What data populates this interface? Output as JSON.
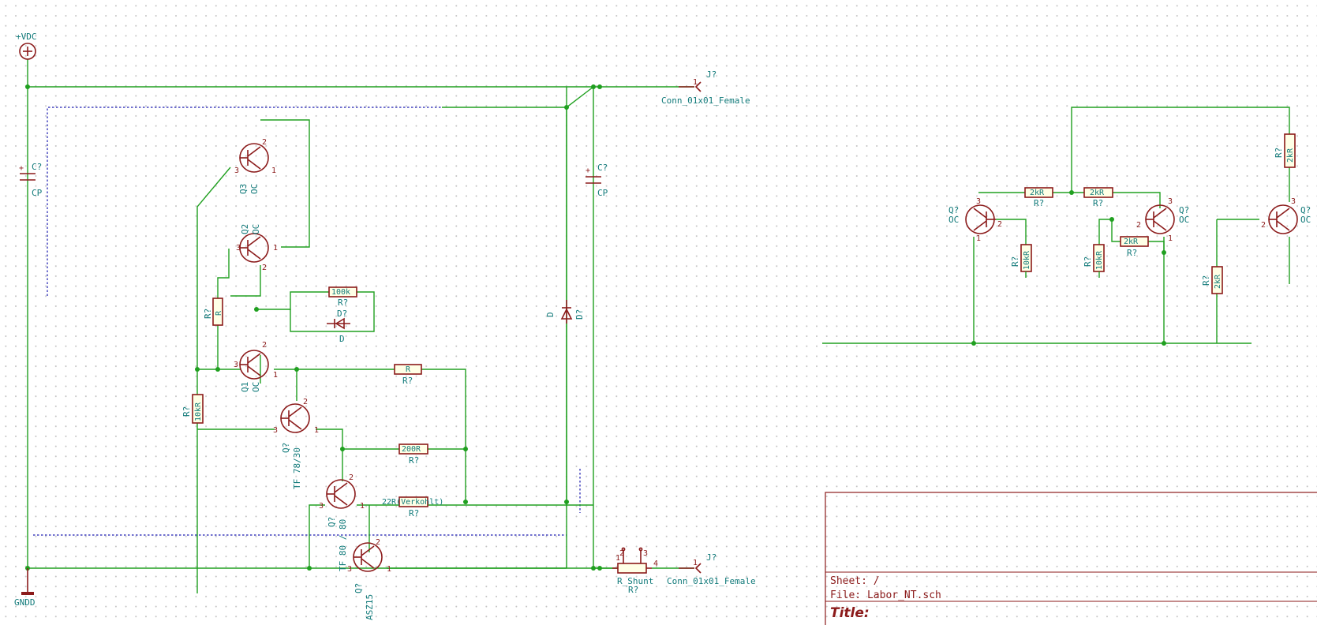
{
  "colors": {
    "wire": "#20a020",
    "component": "#8b1a1a",
    "body_fill": "#ffffe6",
    "label": "#117a7a",
    "graphic_line": "#1a1ab0",
    "grid_dot": "#c4c4c4"
  },
  "power": {
    "vdc": "+VDC",
    "gnd": "GNDD"
  },
  "connectors": [
    {
      "ref": "J?",
      "pin": "1",
      "value": "Conn_01x01_Female"
    },
    {
      "ref": "J?",
      "pin": "1",
      "value": "Conn_01x01_Female"
    }
  ],
  "capacitors": [
    {
      "ref": "C?",
      "value": "CP",
      "plus": "+"
    },
    {
      "ref": "C?",
      "value": "CP",
      "plus": "+"
    }
  ],
  "transistors": [
    {
      "ref": "Q3",
      "value": "OC",
      "pins": [
        "3",
        "2",
        "1"
      ]
    },
    {
      "ref": "Q2",
      "value": "OC",
      "pins": [
        "3",
        "2",
        "1"
      ]
    },
    {
      "ref": "Q1",
      "value": "OC",
      "pins": [
        "3",
        "2",
        "1"
      ]
    },
    {
      "ref": "Q?",
      "value": "TF 78/30",
      "pins": [
        "3",
        "2",
        "1"
      ]
    },
    {
      "ref": "Q?",
      "value": "TF 80 / 80",
      "pins": [
        "3",
        "2",
        "1"
      ]
    },
    {
      "ref": "Q?",
      "value": "ASZ15",
      "pins": [
        "3",
        "2",
        "1"
      ]
    },
    {
      "ref": "Q?",
      "value": "OC",
      "pins": [
        "3",
        "2",
        "1"
      ]
    },
    {
      "ref": "Q?",
      "value": "OC",
      "pins": [
        "3",
        "2",
        "1"
      ]
    },
    {
      "ref": "Q?",
      "value": "OC",
      "pins": [
        "3",
        "2"
      ]
    }
  ],
  "resistors": [
    {
      "ref": "R?",
      "value": "100k"
    },
    {
      "ref": "R?",
      "value": "R"
    },
    {
      "ref": "R?",
      "value": "R"
    },
    {
      "ref": "R?",
      "value": "10kR"
    },
    {
      "ref": "R?",
      "value": "200R"
    },
    {
      "ref": "R?",
      "value": "22R(Verkohlt)"
    },
    {
      "ref": "R?",
      "value": "2kR"
    },
    {
      "ref": "R?",
      "value": "2kR"
    },
    {
      "ref": "R?",
      "value": "2kR"
    },
    {
      "ref": "R?",
      "value": "10kR"
    },
    {
      "ref": "R?",
      "value": "10kR"
    },
    {
      "ref": "R?",
      "value": "2kR"
    },
    {
      "ref": "R?",
      "value": "2kR"
    }
  ],
  "diodes": [
    {
      "ref": "D?",
      "value": "D"
    },
    {
      "ref": "D?",
      "value": "D"
    }
  ],
  "shunt": {
    "ref": "R?",
    "value": "R_Shunt",
    "pins": [
      "1",
      "2",
      "3",
      "4"
    ]
  },
  "title_block": {
    "sheet": "Sheet: /",
    "file": "File: Labor_NT.sch",
    "title": "Title:"
  }
}
